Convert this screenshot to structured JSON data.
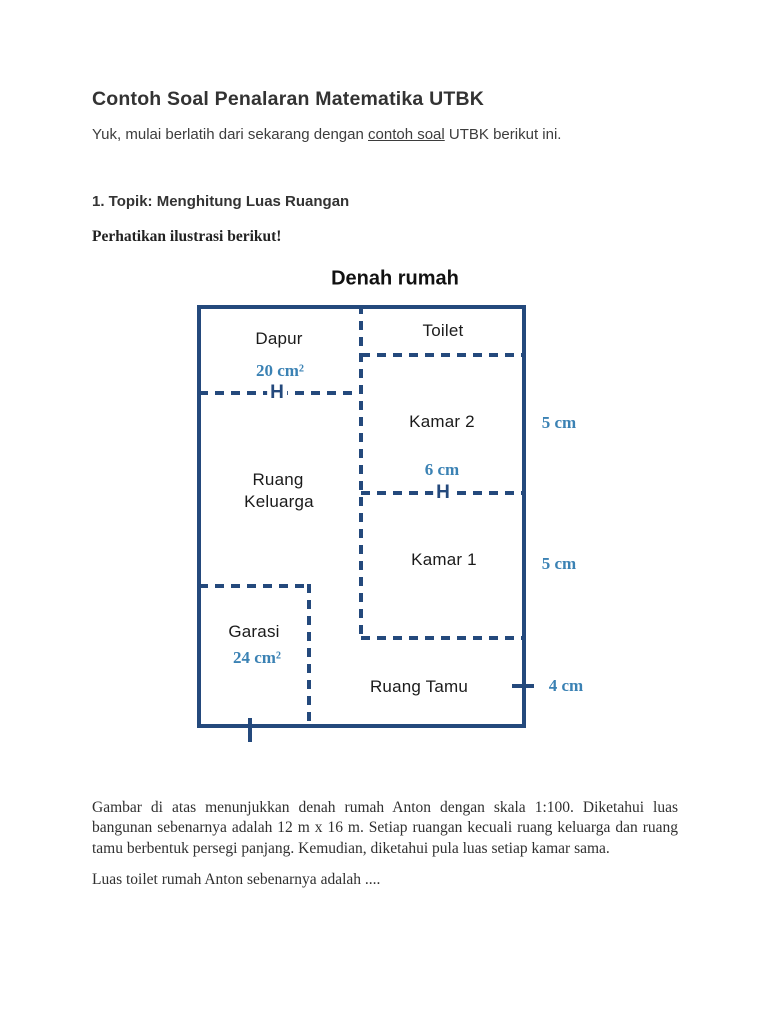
{
  "page": {
    "title": "Contoh Soal Penalaran Matematika UTBK",
    "intro": {
      "before": "Yuk, mulai berlatih dari sekarang dengan ",
      "link": "contoh soal",
      "after": " UTBK berikut ini."
    },
    "topic_heading": "1. Topik: Menghitung Luas Ruangan",
    "instruction": "Perhatikan ilustrasi berikut!"
  },
  "diagram": {
    "title": "Denah rumah",
    "rooms": {
      "dapur": {
        "label": "Dapur",
        "area": "20 cm²"
      },
      "toilet": {
        "label": "Toilet"
      },
      "kamar2": {
        "label": "Kamar 2"
      },
      "ruang_keluarga": {
        "line1": "Ruang",
        "line2": "Keluarga"
      },
      "kamar1": {
        "label": "Kamar 1"
      },
      "garasi": {
        "label": "Garasi",
        "area": "24 cm²"
      },
      "ruang_tamu": {
        "label": "Ruang Tamu"
      }
    },
    "dimensions": {
      "kamar2_height": "5 cm",
      "kamar2_width": "6 cm",
      "kamar1_height": "5 cm",
      "ruang_tamu_height": "4 cm"
    },
    "markers": {
      "dapur_h": "H",
      "kamar_h": "H"
    },
    "colors": {
      "outline_navy": "#24497c",
      "dimension_blue": "#3b82b4",
      "heading_text": "#333333",
      "body_text": "#303030",
      "label_text": "#1b1b1b"
    }
  },
  "body_text": {
    "paragraph1": "Gambar di atas menunjukkan denah rumah Anton dengan skala 1:100. Diketahui luas bangunan sebenarnya adalah 12 m x 16 m. Setiap ruangan kecuali ruang keluarga dan ruang tamu berbentuk persegi panjang. Kemudian, diketahui pula luas setiap kamar sama.",
    "paragraph2": "Luas toilet rumah Anton sebenarnya adalah ...."
  }
}
